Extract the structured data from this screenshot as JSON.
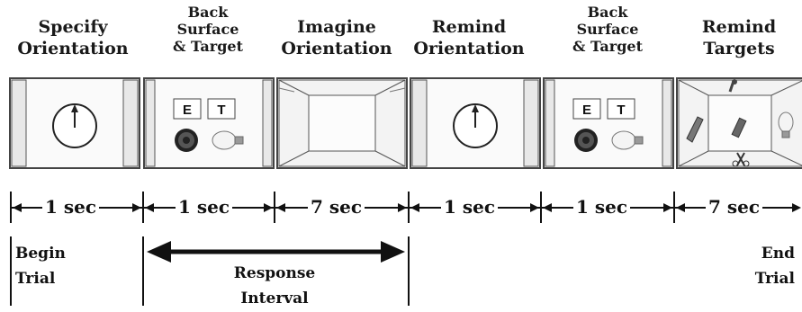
{
  "stages": [
    {
      "title": "Specify\nOrientation",
      "duration": "1 sec",
      "panel": "clock"
    },
    {
      "title": "Back\nSurface\n& Target",
      "duration": "1 sec",
      "panel": "targets"
    },
    {
      "title": "Imagine\nOrientation",
      "duration": "7 sec",
      "panel": "room"
    },
    {
      "title": "Remind\nOrientation",
      "duration": "1 sec",
      "panel": "clock"
    },
    {
      "title": "Back\nSurface\n& Target",
      "duration": "1 sec",
      "panel": "targets"
    },
    {
      "title": "Remind\nTargets",
      "duration": "7 sec",
      "panel": "room-objects"
    }
  ],
  "letters": [
    "E",
    "T"
  ],
  "begin_label": "Begin\nTrial",
  "end_label": "End\nTrial",
  "response_label": "Response\nInterval",
  "icons": [
    "clock-dial-icon",
    "dial-target-icon",
    "lightbulb-icon",
    "wrench-icon",
    "stapler-icon",
    "scissors-icon"
  ]
}
